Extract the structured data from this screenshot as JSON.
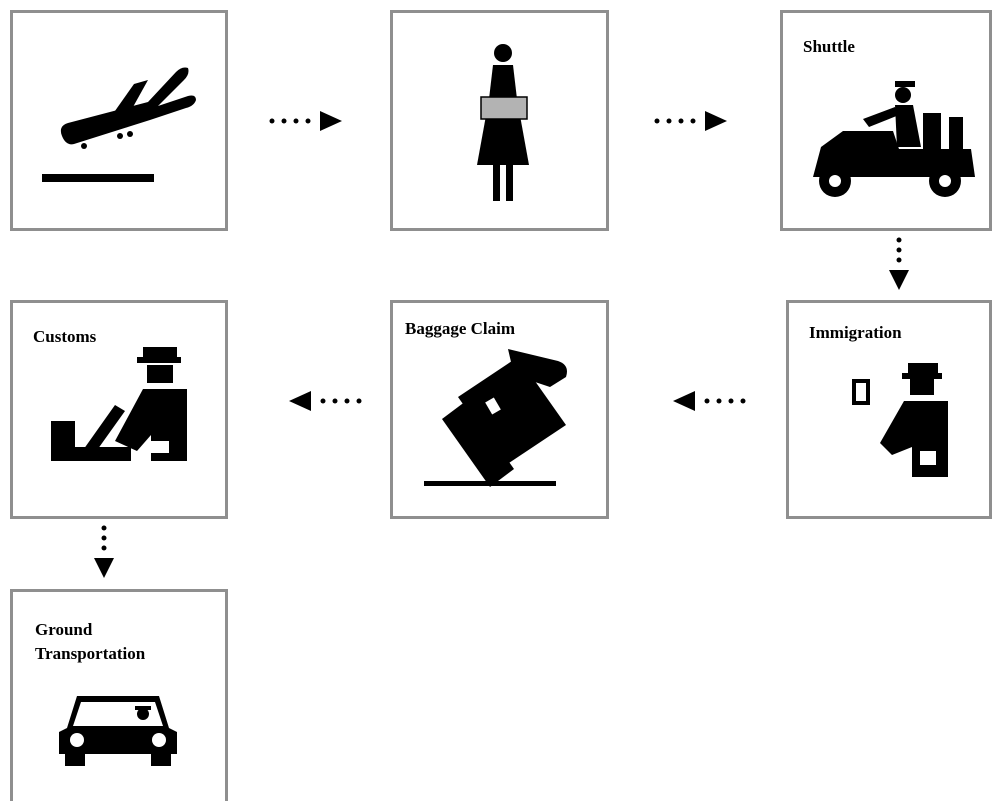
{
  "steps": [
    {
      "id": "arrival",
      "label": "",
      "icon": "airplane-landing-icon"
    },
    {
      "id": "greeter",
      "label": "",
      "icon": "greeter-with-sign-icon"
    },
    {
      "id": "shuttle",
      "label": "Shuttle",
      "icon": "shuttle-cart-icon"
    },
    {
      "id": "immigration",
      "label": "Immigration",
      "icon": "immigration-officer-icon"
    },
    {
      "id": "baggage",
      "label": "Baggage Claim",
      "icon": "baggage-claim-icon"
    },
    {
      "id": "customs",
      "label": "Customs",
      "icon": "customs-officer-icon"
    },
    {
      "id": "ground",
      "label": "Ground Transportation",
      "label_lines": [
        "Ground",
        "Transportation"
      ],
      "icon": "taxi-car-icon"
    }
  ],
  "colors": {
    "border": "#8f8f8f",
    "ink": "#000000",
    "sign": "#b3b3b3"
  }
}
